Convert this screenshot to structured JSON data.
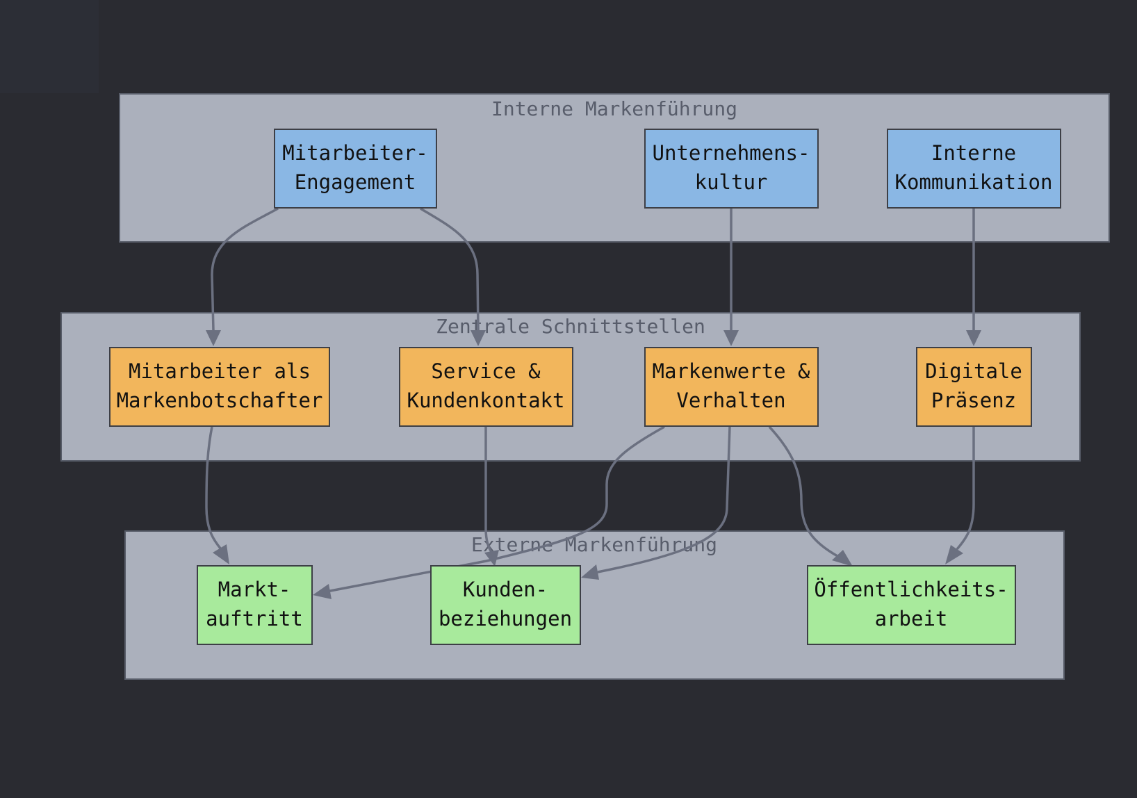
{
  "colors": {
    "background": "#2a2b31",
    "group_fill": "#abb0bc",
    "group_title": "#585d6b",
    "edge": "#6b7080",
    "internal_node": "#8ab7e4",
    "interface_node": "#f2b65c",
    "external_node": "#a8ea9c"
  },
  "groups": {
    "internal": {
      "title": "Interne Markenführung"
    },
    "interfaces": {
      "title": "Zentrale Schnittstellen"
    },
    "external": {
      "title": "Externe Markenführung"
    }
  },
  "nodes": {
    "engagement": {
      "lines": [
        "Mitarbeiter-",
        "Engagement"
      ]
    },
    "culture": {
      "lines": [
        "Unternehmens-",
        "kultur"
      ]
    },
    "internal_comm": {
      "lines": [
        "Interne",
        "Kommunikation"
      ]
    },
    "ambassadors": {
      "lines": [
        "Mitarbeiter als",
        "Markenbotschafter"
      ]
    },
    "service": {
      "lines": [
        "Service &",
        "Kundenkontakt"
      ]
    },
    "values": {
      "lines": [
        "Markenwerte &",
        "Verhalten"
      ]
    },
    "digital": {
      "lines": [
        "Digitale",
        "Präsenz"
      ]
    },
    "market": {
      "lines": [
        "Markt-",
        "auftritt"
      ]
    },
    "customer": {
      "lines": [
        "Kunden-",
        "beziehungen"
      ]
    },
    "pr": {
      "lines": [
        "Öffentlichkeits-",
        "arbeit"
      ]
    }
  },
  "edges": [
    {
      "from": "engagement",
      "to": "ambassadors"
    },
    {
      "from": "engagement",
      "to": "service"
    },
    {
      "from": "culture",
      "to": "values"
    },
    {
      "from": "internal_comm",
      "to": "digital"
    },
    {
      "from": "ambassadors",
      "to": "market"
    },
    {
      "from": "service",
      "to": "customer"
    },
    {
      "from": "values",
      "to": "market"
    },
    {
      "from": "values",
      "to": "customer"
    },
    {
      "from": "values",
      "to": "pr"
    },
    {
      "from": "digital",
      "to": "pr"
    }
  ]
}
